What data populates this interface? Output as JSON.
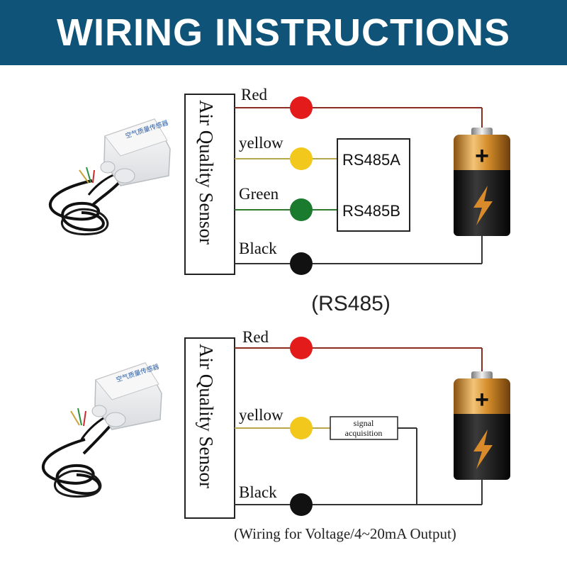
{
  "banner": {
    "title": "WIRING INSTRUCTIONS"
  },
  "diagram_rs485": {
    "sensor_label": "Air Quality Sensor",
    "wires": [
      {
        "label": "Red",
        "color": "#e31b1b"
      },
      {
        "label": "yellow",
        "color": "#f2c81c"
      },
      {
        "label": "Green",
        "color": "#1a7a2e"
      },
      {
        "label": "Black",
        "color": "#111111"
      }
    ],
    "terminal_a": "RS485A",
    "terminal_b": "RS485B",
    "caption": "(RS485)"
  },
  "diagram_analog": {
    "sensor_label": "Air Quality Sensor",
    "wires": [
      {
        "label": "Red",
        "color": "#e31b1b"
      },
      {
        "label": "yellow",
        "color": "#f2c81c"
      },
      {
        "label": "Black",
        "color": "#111111"
      }
    ],
    "signal_box": {
      "line1": "signal",
      "line2": "acquisition"
    },
    "caption": "(Wiring for Voltage/4~20mA Output)"
  },
  "device_photo": {
    "label": "空气质量传感器"
  },
  "battery": {
    "terminal_symbol": "+",
    "icon": "lightning-bolt-icon"
  }
}
